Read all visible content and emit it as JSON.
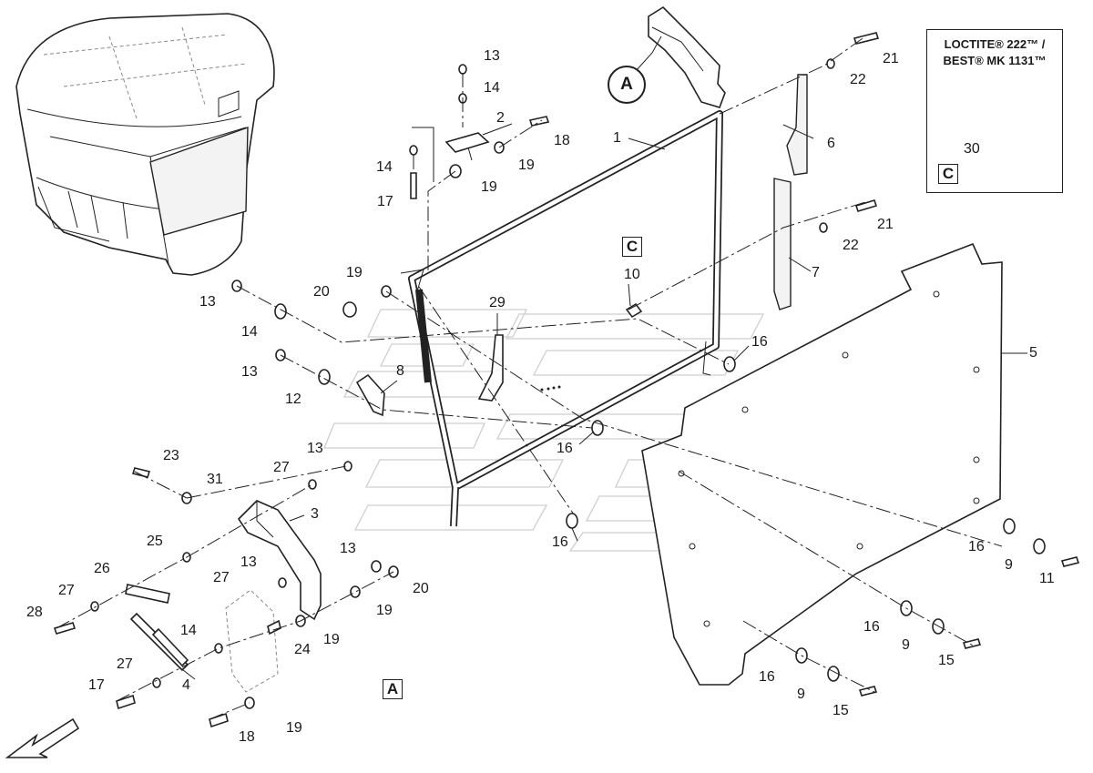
{
  "view_labels": {
    "a_box": "A",
    "a_circle": "A",
    "c_box": "C",
    "c_inset": "C"
  },
  "inset": {
    "line1": "LOCTITE® 222™ /",
    "line2": "BEST® MK 1131™",
    "part": "30"
  },
  "callouts": {
    "c1": "1",
    "c2": "2",
    "c3": "3",
    "c4": "4",
    "c5": "5",
    "c6": "6",
    "c7": "7",
    "c8": "8",
    "c9a": "9",
    "c9b": "9",
    "c9c": "9",
    "c10": "10",
    "c11": "11",
    "c12": "12",
    "c13a": "13",
    "c13b": "13",
    "c13c": "13",
    "c13d": "13",
    "c13e": "13",
    "c13f": "13",
    "c14a": "14",
    "c14b": "14",
    "c14c": "14",
    "c14d": "14",
    "c15a": "15",
    "c15b": "15",
    "c16a": "16",
    "c16b": "16",
    "c16c": "16",
    "c16d": "16",
    "c16e": "16",
    "c16f": "16",
    "c17a": "17",
    "c17b": "17",
    "c18a": "18",
    "c18b": "18",
    "c19a": "19",
    "c19b": "19",
    "c19c": "19",
    "c19d": "19",
    "c19e": "19",
    "c19f": "19",
    "c20a": "20",
    "c20b": "20",
    "c21a": "21",
    "c21b": "21",
    "c22a": "22",
    "c22b": "22",
    "c23": "23",
    "c24": "24",
    "c25": "25",
    "c26": "26",
    "c27a": "27",
    "c27b": "27",
    "c27c": "27",
    "c27d": "27",
    "c28": "28",
    "c29": "29",
    "c31": "31"
  }
}
